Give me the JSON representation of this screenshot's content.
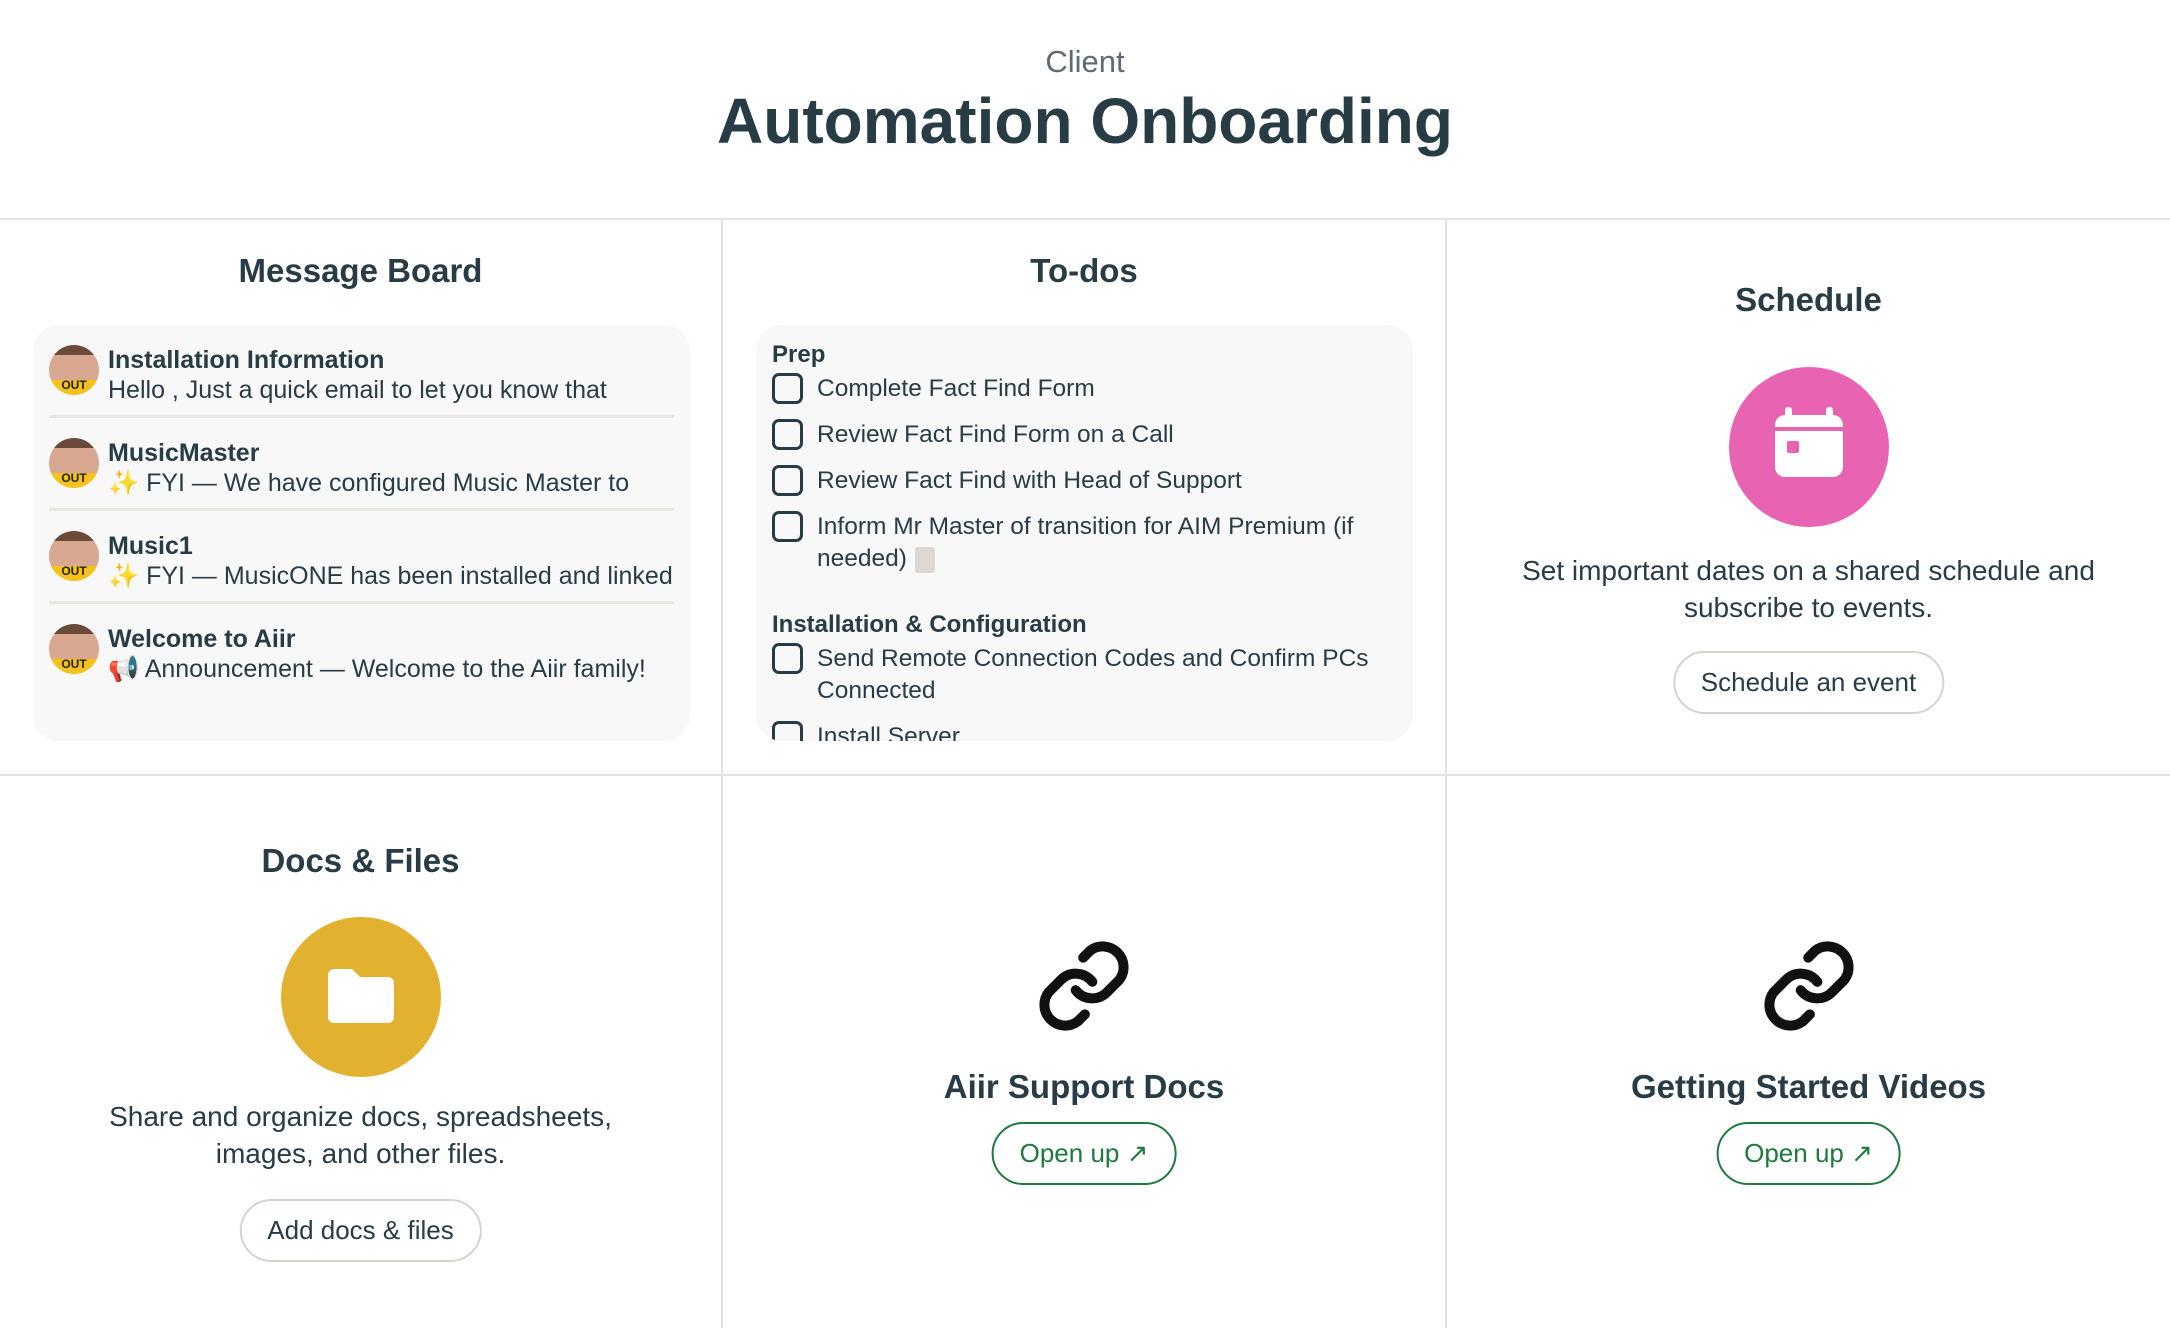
{
  "header": {
    "subtitle": "Client",
    "title": "Automation Onboarding"
  },
  "message_board": {
    "title": "Message Board",
    "messages": [
      {
        "title": "Installation Information",
        "excerpt": "Hello , Just a quick email to let you know that",
        "badge": "OUT"
      },
      {
        "title": "MusicMaster",
        "excerpt": "✨ FYI — We have configured Music Master to",
        "badge": "OUT"
      },
      {
        "title": "Music1",
        "excerpt": "✨ FYI — MusicONE has been installed and linked",
        "badge": "OUT"
      },
      {
        "title": "Welcome to Aiir",
        "excerpt": "📢 Announcement — Welcome to the Aiir family!",
        "badge": "OUT"
      }
    ]
  },
  "todos": {
    "title": "To-dos",
    "groups": [
      {
        "name": "Prep",
        "items": [
          "Complete Fact Find Form",
          "Review Fact Find Form on a Call",
          "Review Fact Find with Head of Support",
          "Inform Mr Master of transition for AIM Premium (if needed)"
        ]
      },
      {
        "name": "Installation & Configuration",
        "items": [
          "Send Remote Connection Codes and Confirm PCs Connected",
          "Install Server"
        ]
      }
    ]
  },
  "schedule": {
    "title": "Schedule",
    "description": "Set important dates on a shared schedule and subscribe to events.",
    "button": "Schedule an event",
    "color": "#e864b2"
  },
  "docs": {
    "title": "Docs & Files",
    "description": "Share and organize docs, spreadsheets, images, and other files.",
    "button": "Add docs & files",
    "color": "#e2b12f"
  },
  "links": [
    {
      "title": "Aiir Support Docs",
      "button": "Open up ↗"
    },
    {
      "title": "Getting Started Videos",
      "button": "Open up ↗"
    }
  ]
}
